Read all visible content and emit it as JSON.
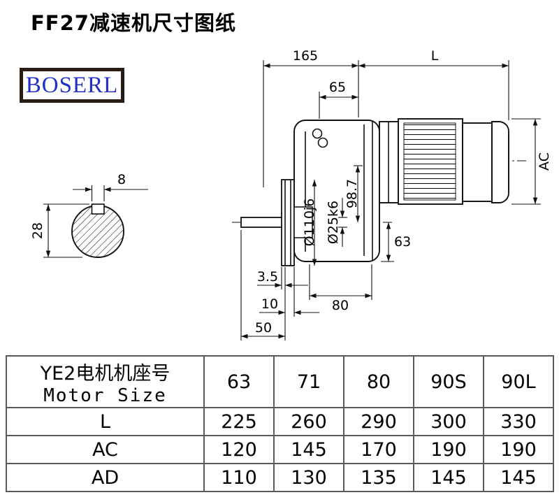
{
  "title": "FF27减速机尺寸图纸",
  "logo": "BOSERL",
  "drawing": {
    "dims": {
      "d165": "165",
      "L": "L",
      "d65": "65",
      "AC": "AC",
      "d63": "63",
      "flange": "Ø110j6",
      "shaft": "Ø25k6",
      "d987": "98.7",
      "d35": "3.5",
      "d10": "10",
      "d50": "50",
      "d80": "80",
      "key_w": "8",
      "key_h": "28"
    }
  },
  "table": {
    "header": {
      "label_line1": "YE2电机机座号",
      "label_line2": "Motor Size",
      "columns": [
        "63",
        "71",
        "80",
        "90S",
        "90L"
      ]
    },
    "rows": [
      {
        "label": "L",
        "values": [
          "225",
          "260",
          "290",
          "300",
          "330"
        ]
      },
      {
        "label": "AC",
        "values": [
          "120",
          "145",
          "170",
          "190",
          "190"
        ]
      },
      {
        "label": "AD",
        "values": [
          "110",
          "130",
          "135",
          "145",
          "145"
        ]
      }
    ]
  }
}
